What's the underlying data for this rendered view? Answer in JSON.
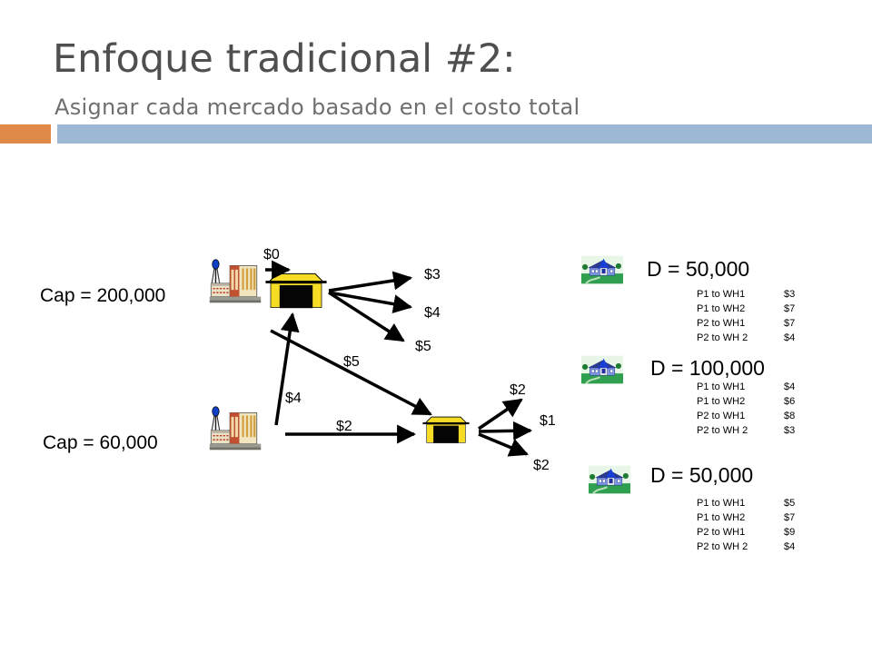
{
  "slide": {
    "title": "Enfoque tradicional #2:",
    "subtitle": "Asignar cada mercado basado en el costo total",
    "colors": {
      "accent_orange": "#e08a4a",
      "accent_blue": "#9db8d4",
      "title_text": "#4f4f4f"
    }
  },
  "plants": [
    {
      "capacity_label": "Cap = 200,000"
    },
    {
      "capacity_label": "Cap = 60,000"
    }
  ],
  "arc_costs": {
    "p1_wh1": "$0",
    "wh1_m1": "$3",
    "wh1_m2": "$4",
    "wh1_m3": "$5",
    "p1_wh2": "$5",
    "p2_wh1": "$4",
    "p2_wh2": "$2",
    "wh2_m1": "$2",
    "wh2_m2": "$1",
    "wh2_m3": "$2"
  },
  "markets": [
    {
      "demand": "D = 50,000",
      "costs": [
        {
          "route": "P1 to WH1",
          "cost": "$3"
        },
        {
          "route": "P1 to  WH2",
          "cost": "$7"
        },
        {
          "route": "P2 to WH1",
          "cost": "$7"
        },
        {
          "route": "P2 to WH 2",
          "cost": "$4"
        }
      ]
    },
    {
      "demand": "D = 100,000",
      "costs": [
        {
          "route": "P1 to WH1",
          "cost": "$4"
        },
        {
          "route": "P1 to  WH2",
          "cost": "$6"
        },
        {
          "route": "P2 to WH1",
          "cost": "$8"
        },
        {
          "route": "P2 to WH 2",
          "cost": "$3"
        }
      ]
    },
    {
      "demand": "D = 50,000",
      "costs": [
        {
          "route": "P1 to WH1",
          "cost": "$5"
        },
        {
          "route": "P1 to  WH2",
          "cost": "$7"
        },
        {
          "route": "P2 to WH1",
          "cost": "$9"
        },
        {
          "route": "P2 to WH 2",
          "cost": "$4"
        }
      ]
    }
  ],
  "icons": [
    "factory-icon",
    "warehouse-icon",
    "house-icon"
  ]
}
